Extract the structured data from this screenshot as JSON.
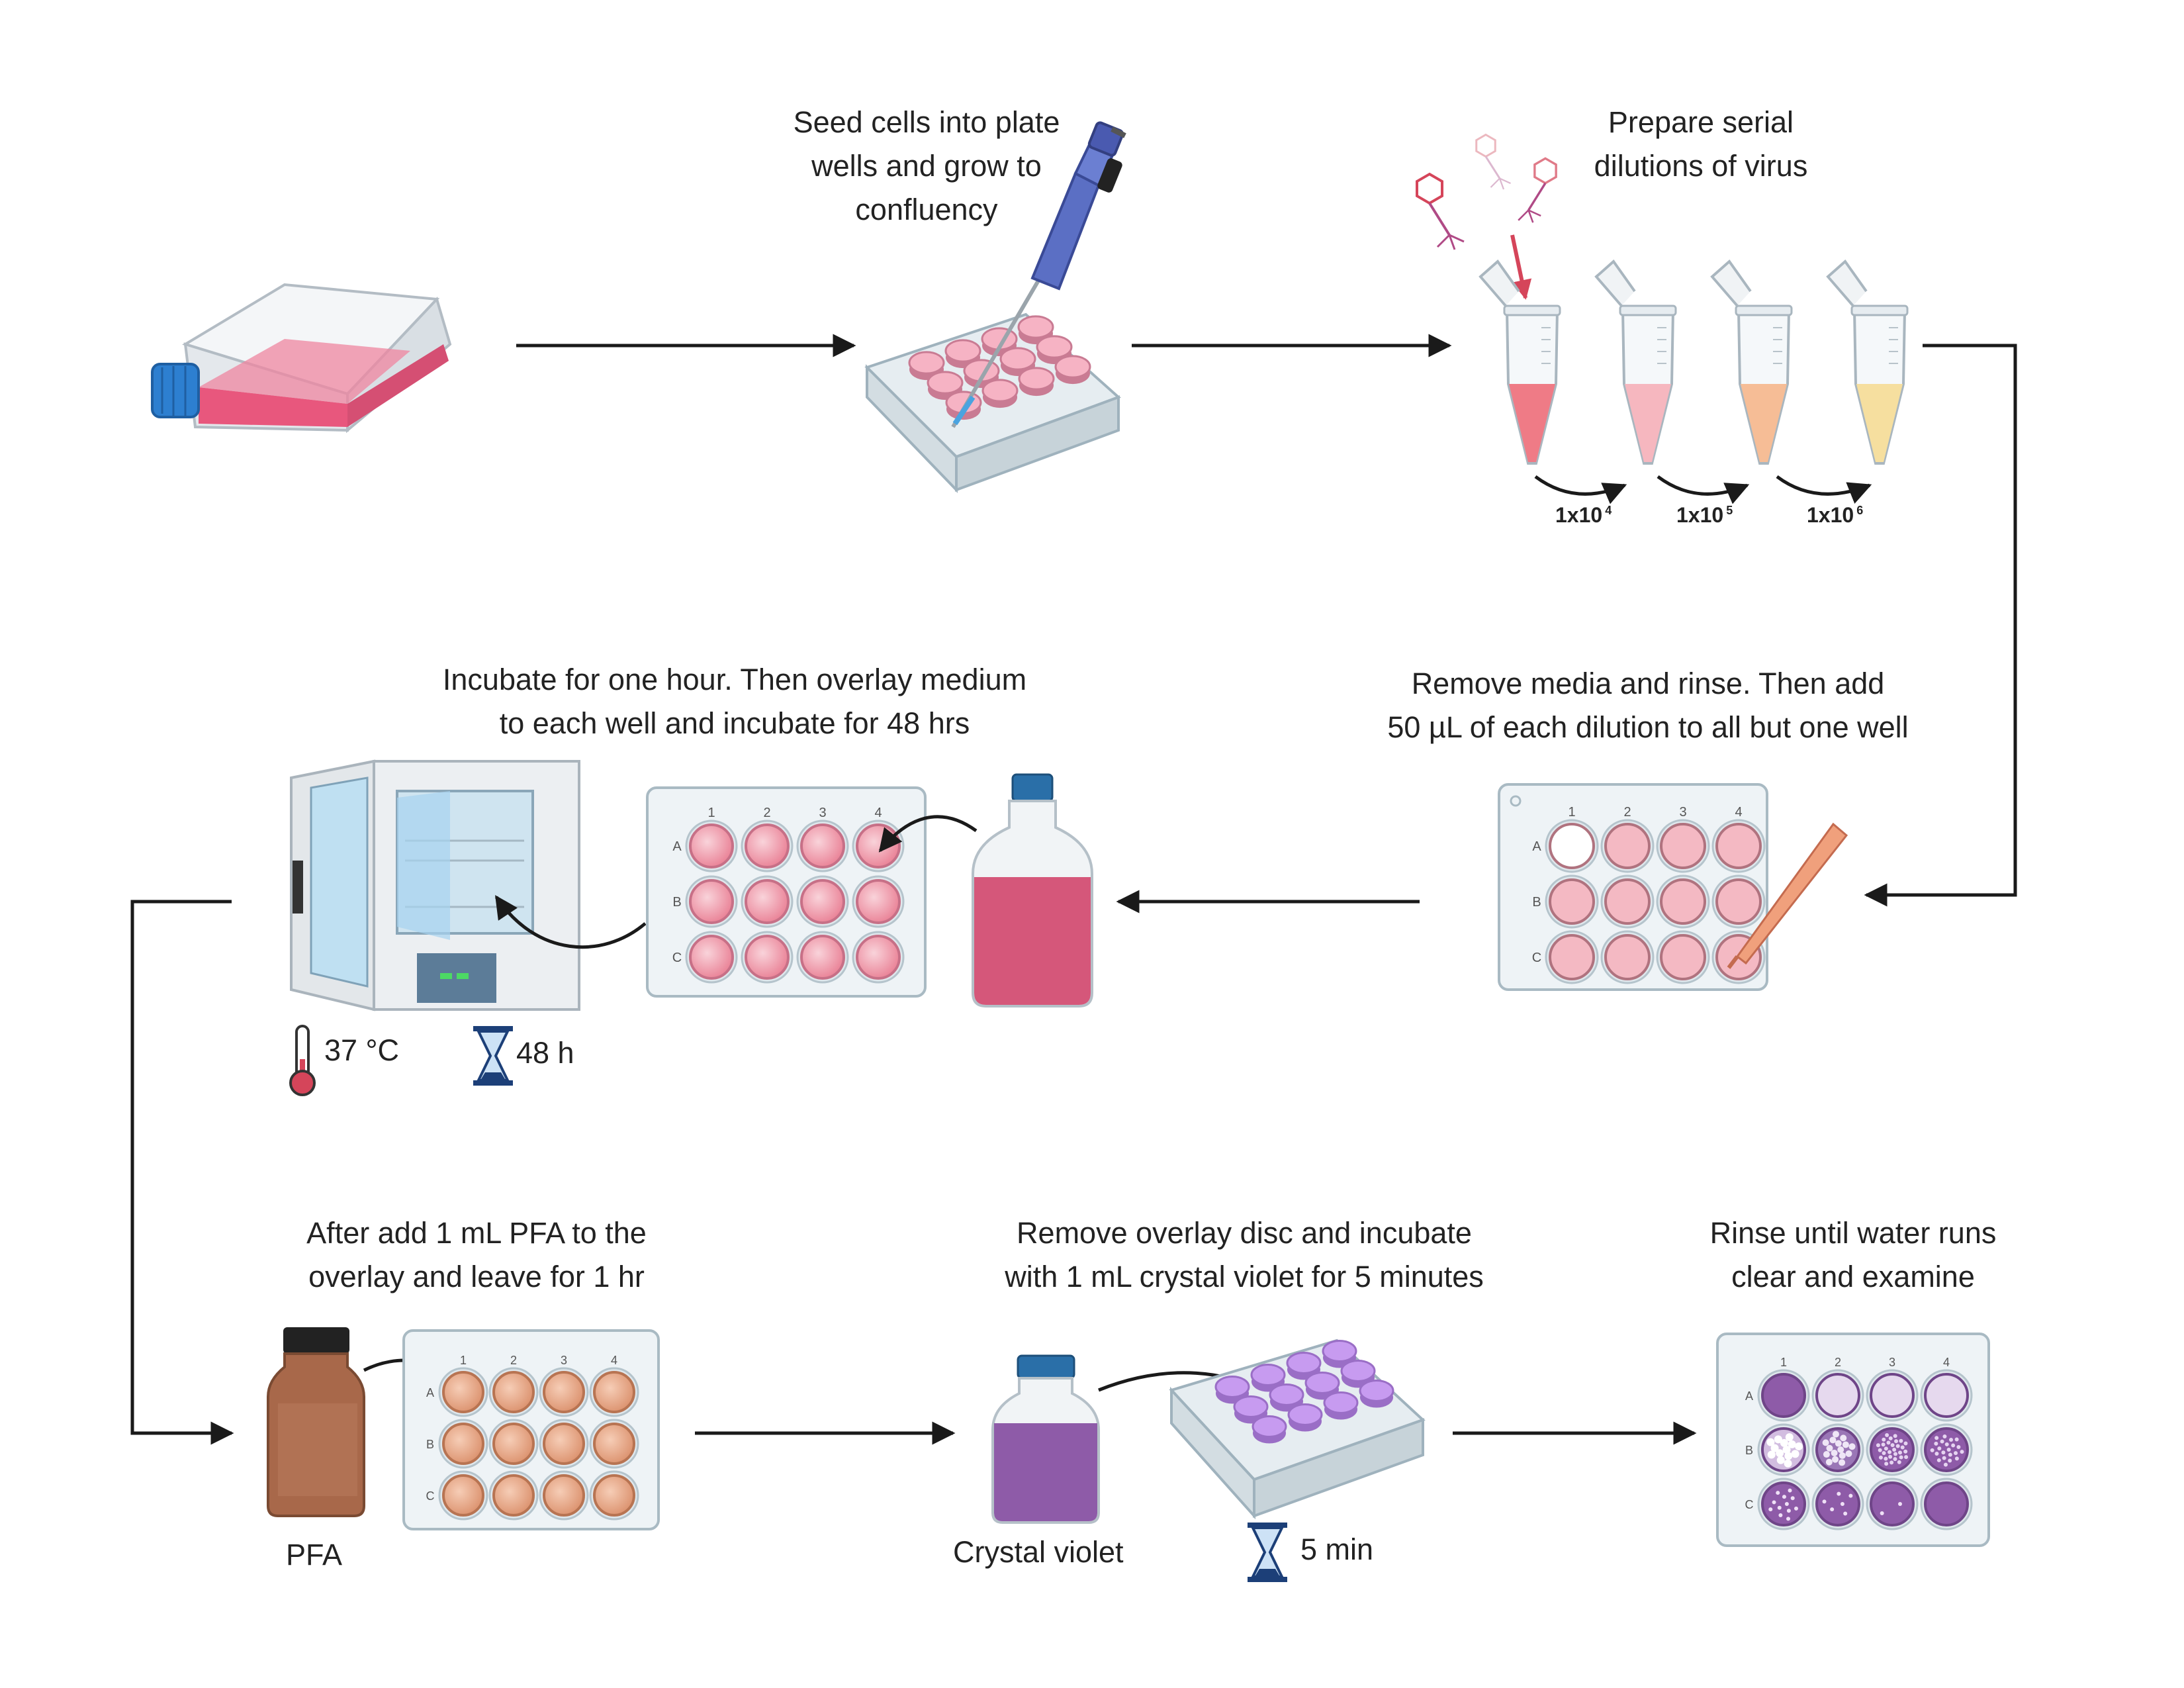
{
  "steps": {
    "seed": {
      "line1": "Seed cells into plate",
      "line2": "wells and grow to",
      "line3": "confluency"
    },
    "dilute": {
      "line1": "Prepare serial",
      "line2": "dilutions of virus"
    },
    "remove": {
      "line1": "Remove media and rinse. Then add",
      "line2": "50 µL of each dilution to all but one well"
    },
    "incubate": {
      "line1": "Incubate for one hour. Then overlay medium",
      "line2": "to each well and incubate for 48 hrs"
    },
    "pfa": {
      "line1": "After add 1 mL PFA to the",
      "line2": "overlay and leave for 1 hr"
    },
    "stain": {
      "line1": "Remove overlay disc and incubate",
      "line2": "with 1 mL crystal violet for 5 minutes"
    },
    "rinse": {
      "line1": "Rinse until water runs",
      "line2": "clear and examine"
    }
  },
  "dilutions": [
    {
      "base": "1x10",
      "exp": "4"
    },
    {
      "base": "1x10",
      "exp": "5"
    },
    {
      "base": "1x10",
      "exp": "6"
    }
  ],
  "conditions": {
    "temperature": "37 °C",
    "incubation_time": "48 h",
    "stain_time": "5 min"
  },
  "reagents": {
    "pfa": "PFA",
    "crystal_violet": "Crystal violet"
  },
  "plate": {
    "columns": [
      "1",
      "2",
      "3",
      "4"
    ],
    "rows": [
      "A",
      "B",
      "C"
    ]
  },
  "colors": {
    "media_pink": "#e8577d",
    "well_pink": "#f4b9c3",
    "pfa_brown": "#a8684a",
    "well_peach": "#e9a787",
    "violet": "#8e5ba8",
    "arrow": "#1a1a1a",
    "virus_red": "#d5455a"
  }
}
